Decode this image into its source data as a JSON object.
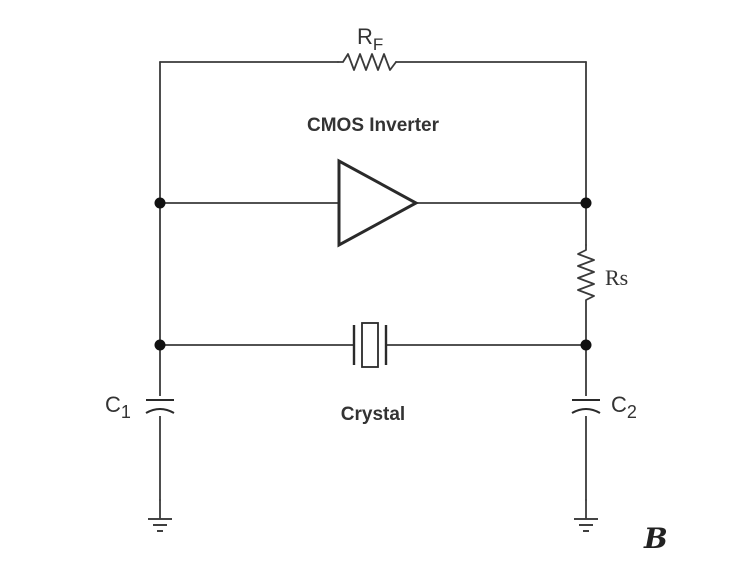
{
  "labels": {
    "rf_main": "R",
    "rf_sub": "F",
    "inverter": "CMOS Inverter",
    "rs": "Rs",
    "c1_main": "C",
    "c1_sub": "1",
    "c2_main": "C",
    "c2_sub": "2",
    "crystal": "Crystal"
  },
  "watermark": "B"
}
